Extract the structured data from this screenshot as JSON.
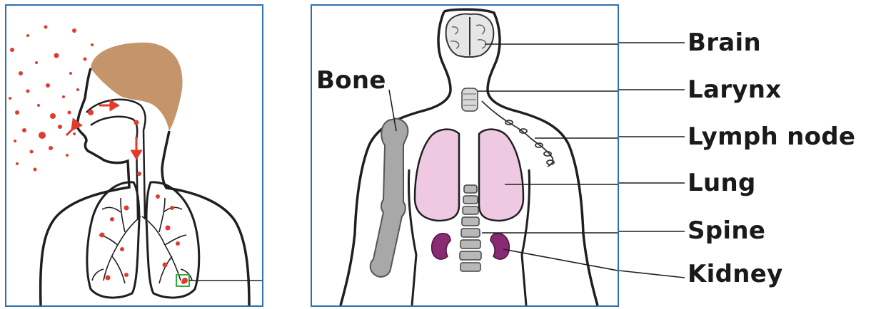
{
  "labels": {
    "bone": "Bone",
    "brain": "Brain",
    "larynx": "Larynx",
    "lymph_node": "Lymph node",
    "lung": "Lung",
    "spine": "Spine",
    "kidney": "Kidney"
  },
  "colors": {
    "frame": "#2f6fae",
    "outline": "#1f1f1f",
    "hair": "#c4956a",
    "droplet": "#e33a2e",
    "lung_fill": "#efc8e2",
    "kidney": "#8a2a72",
    "bone_fill": "#a8a8a8",
    "focus_box": "#2fae3a"
  }
}
